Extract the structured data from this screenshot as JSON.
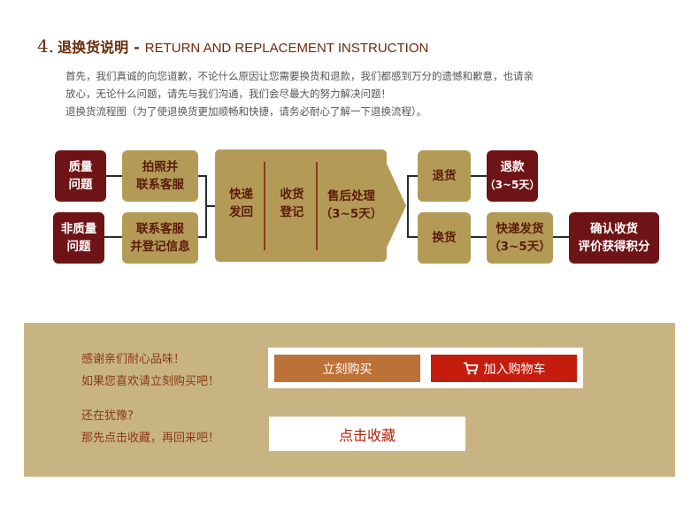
{
  "heading": {
    "number": "4.",
    "title_cn": "退换货说明",
    "dash": "-",
    "title_en": "RETURN AND REPLACEMENT INSTRUCTION"
  },
  "intro": {
    "line1": "首先，我们真诚的向您道歉，不论什么原因让您需要换货和退款，我们都感到万分的遗憾和歉意，也请亲",
    "line2": "放心，无论什么问题，请先与我们沟通，我们会尽最大的努力解决问题！",
    "line3": "退换货流程图（为了使退换货更加顺畅和快捷，请务必耐心了解一下退换流程）。"
  },
  "flow": {
    "quality_issue": [
      "质量",
      "问题"
    ],
    "non_quality_issue": [
      "非质量",
      "问题"
    ],
    "photo_contact": [
      "拍照并",
      "联系客服"
    ],
    "contact_register": [
      "联系客服",
      "并登记信息"
    ],
    "express_return": [
      "快递",
      "发回"
    ],
    "receive_register": [
      "收货",
      "登记"
    ],
    "after_sales": [
      "售后处理",
      "（3~5天）"
    ],
    "return_goods": "退货",
    "refund": [
      "退款",
      "（3~5天）"
    ],
    "exchange": "换货",
    "express_ship": [
      "快递发货",
      "（3~5天）"
    ],
    "confirm_receipt": [
      "确认收货",
      "评价获得积分"
    ]
  },
  "panel": {
    "thanks_line1": "感谢亲们耐心品味！",
    "thanks_line2": "如果您喜欢请立刻购买吧！",
    "hesitate_line1": "还在犹豫?",
    "hesitate_line2": "那先点击收藏，再回来吧！",
    "buy_label": "立刻购买",
    "cart_label": "加入购物车",
    "favorite_label": "点击收藏"
  },
  "colors": {
    "dark_box": "#6e1416",
    "tan_box": "#b39b57",
    "panel_bg": "#c8b483",
    "buy_button": "#bc7136",
    "cart_button": "#c41c0d"
  },
  "icons": {
    "cart": "shopping-cart-icon"
  }
}
